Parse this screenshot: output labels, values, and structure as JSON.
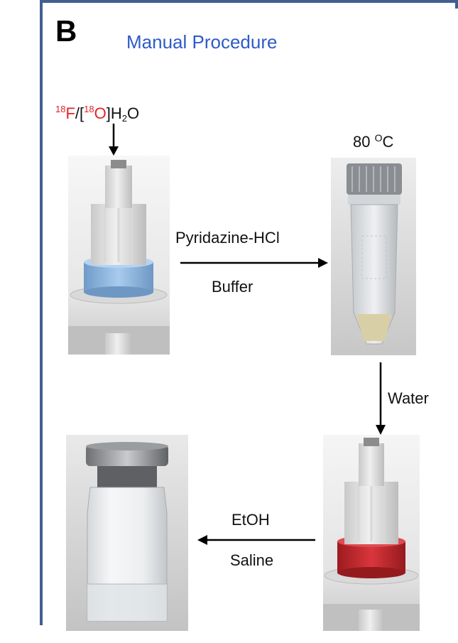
{
  "panel": {
    "letter": "B",
    "title": "Manual Procedure"
  },
  "source_label": {
    "isotope_1": "18",
    "element_1": "F",
    "sep_1": "/[",
    "isotope_2": "18",
    "element_2": "O",
    "sep_2": "]H",
    "subscript": "2",
    "suffix": "O"
  },
  "temperature": {
    "value": "80 ",
    "degree": "O",
    "unit": "C"
  },
  "step1": {
    "top": "Pyridazine-HCl",
    "bottom": "Buffer"
  },
  "step2": {
    "label": "Water"
  },
  "step3": {
    "top": "EtOH",
    "bottom": "Saline"
  },
  "colors": {
    "frame": "#40608e",
    "title": "#2e5bc8",
    "isotope_red": "#e0242a",
    "blue_ring": "#8fb6dc",
    "red_ring": "#c9262c"
  }
}
